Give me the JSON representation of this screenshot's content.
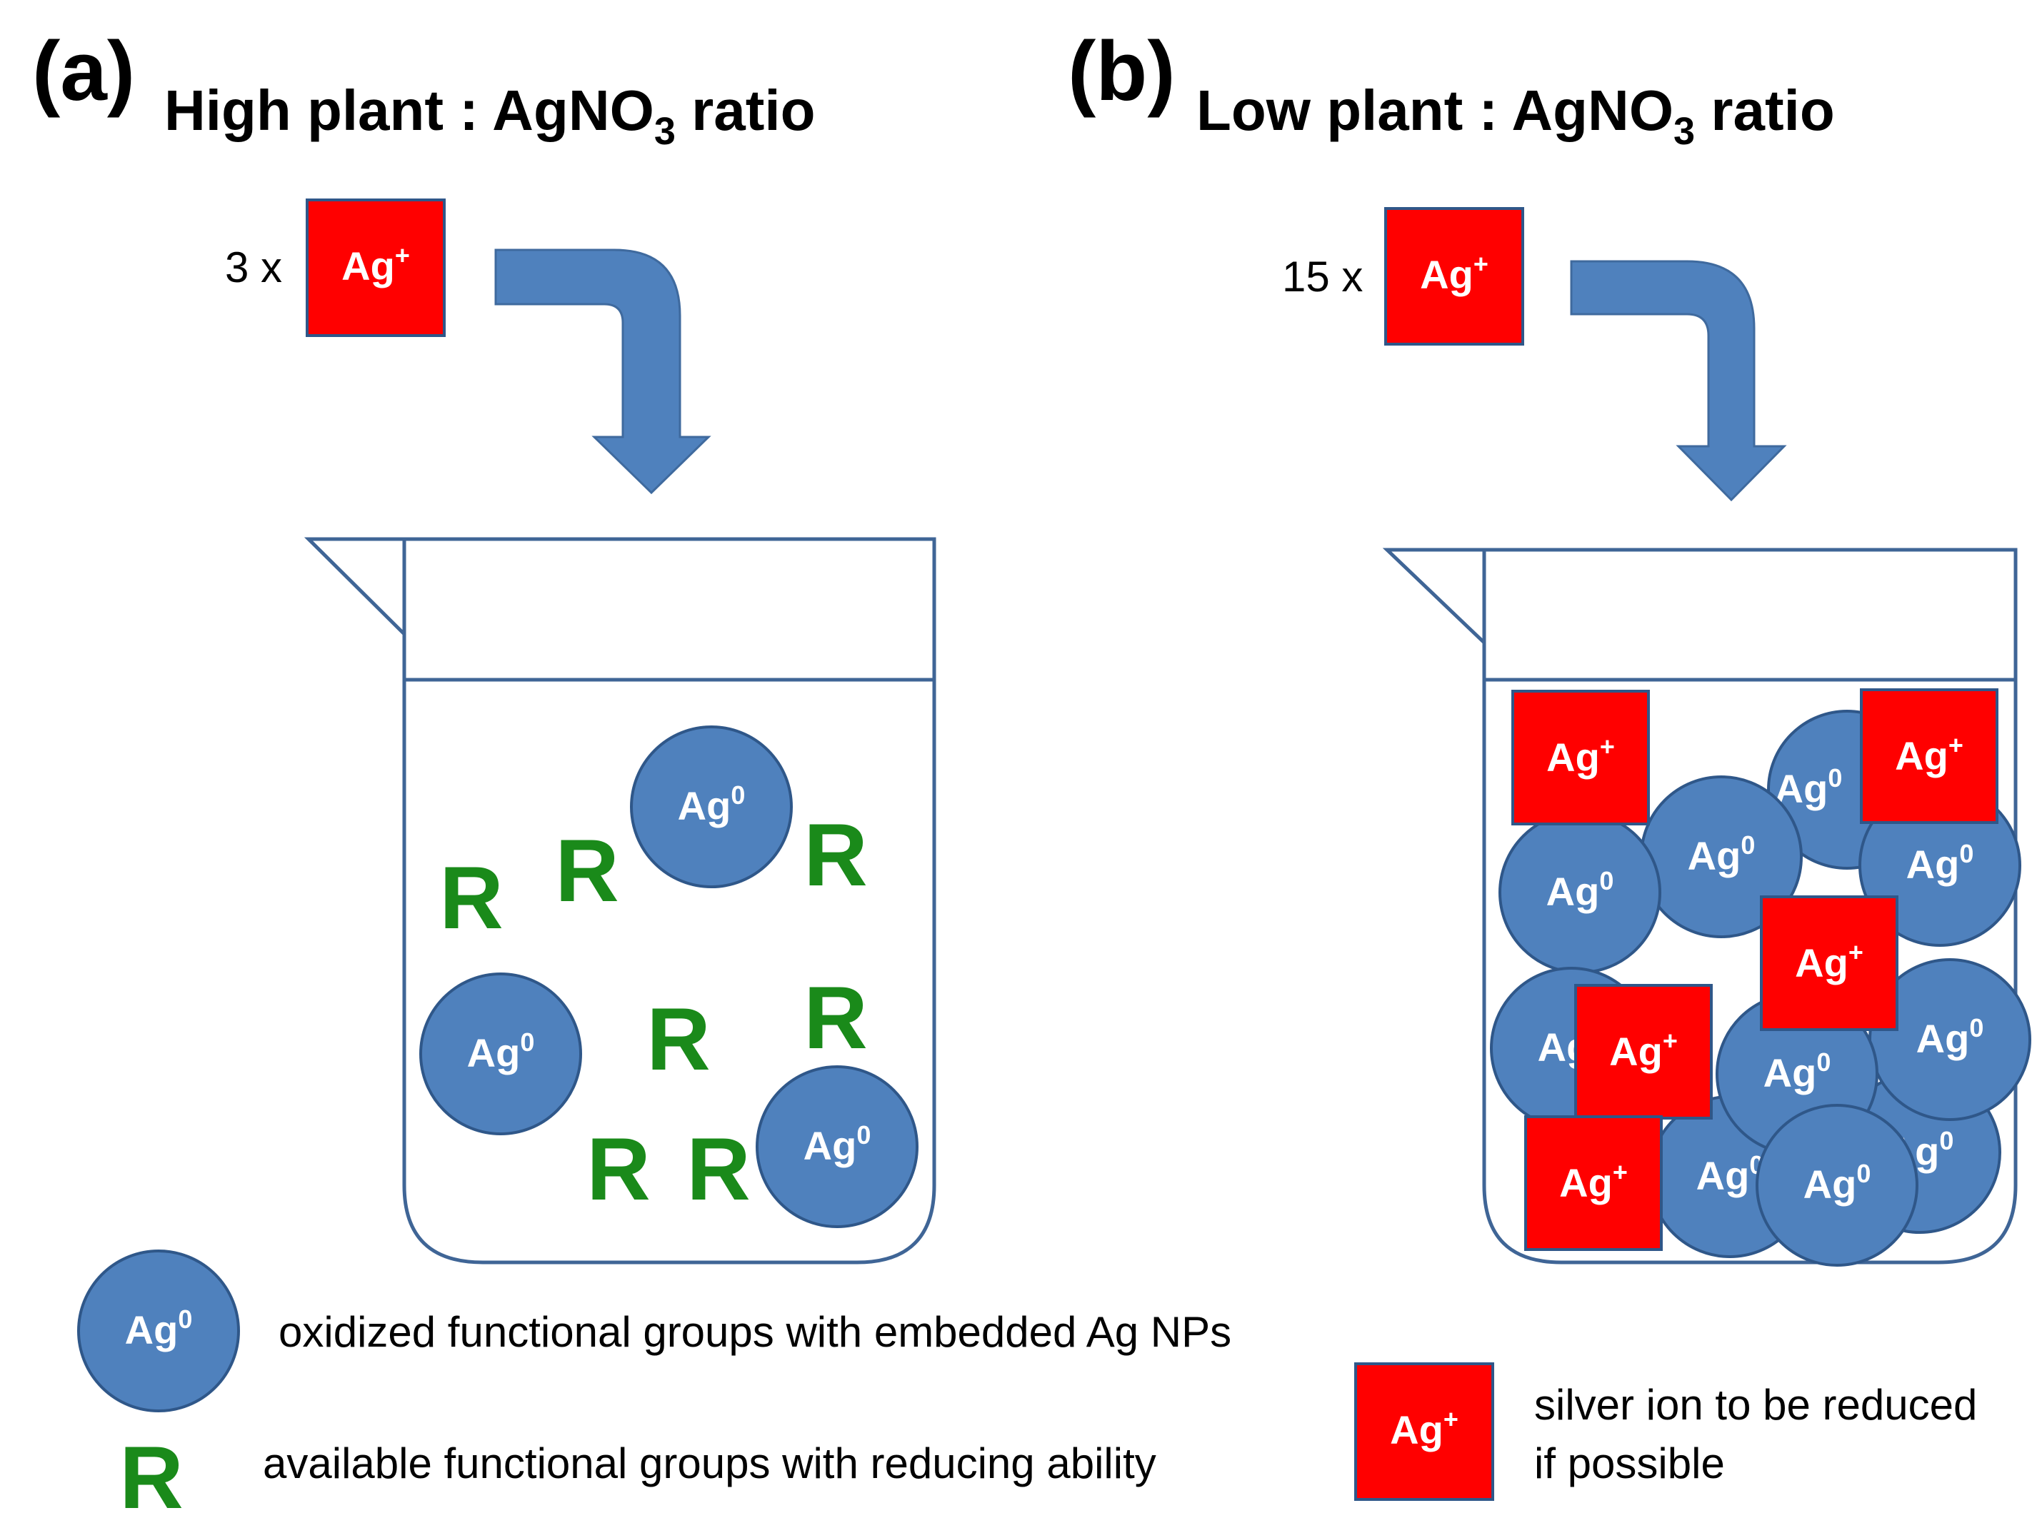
{
  "panels": {
    "a": {
      "letter": "(a)",
      "title_pre": "High plant : AgNO",
      "title_sub": "3",
      "title_post": " ratio",
      "multiplier": "3 x"
    },
    "b": {
      "letter": "(b)",
      "title_pre": "Low plant : AgNO",
      "title_sub": "3",
      "title_post": " ratio",
      "multiplier": "15 x"
    }
  },
  "symbols": {
    "particle": "Ag",
    "particle_sup": "0",
    "ion": "Ag",
    "ion_sup": "+",
    "reducer": "R"
  },
  "legend": {
    "particle_desc": "oxidized functional groups with embedded Ag NPs",
    "reducer_desc": "available functional groups with reducing ability",
    "ion_desc_1": "silver ion to be reduced",
    "ion_desc_2": "if possible"
  },
  "colors": {
    "particle_fill": "#4f81bd",
    "ion_fill": "#ff0000",
    "reducer_text": "#1a8a1a",
    "outline": "#3f6596"
  }
}
